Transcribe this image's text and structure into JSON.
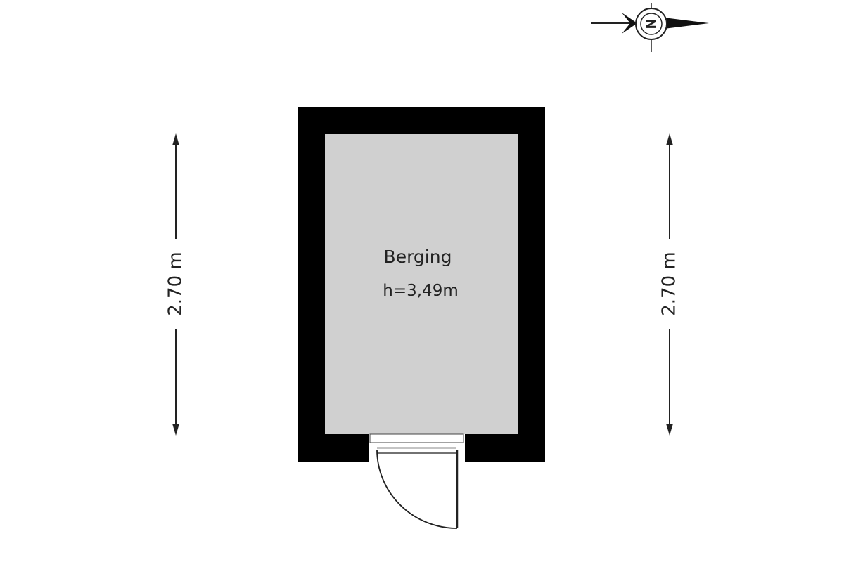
{
  "room": {
    "name": "Berging",
    "height_label": "h=3,49m"
  },
  "dimensions": {
    "left_label": "2.70 m",
    "right_label": "2.70 m"
  },
  "compass": {
    "letter": "N"
  },
  "colors": {
    "wall": "#000000",
    "floor": "#d0d0d0",
    "lines": "#222222",
    "background": "#ffffff"
  }
}
